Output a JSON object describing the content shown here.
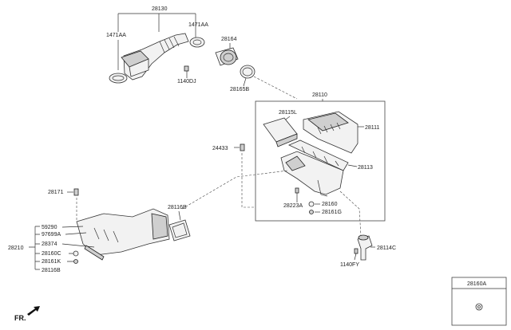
{
  "labels": {
    "p28130": "28130",
    "p1471AA_left": "1471AA",
    "p1471AA_right": "1471AA",
    "p28164": "28164",
    "p1140DJ": "1140DJ",
    "p28165B": "28165B",
    "p28110": "28110",
    "p28115L": "28115L",
    "p28111": "28111",
    "p24433": "24433",
    "p28113": "28113",
    "p28171": "28171",
    "p28223A": "28223A",
    "p28160_top": "28160",
    "p28161G": "28161G",
    "p28116B_right": "28116B",
    "p59290": "59290",
    "p97699A": "97699A",
    "p28210": "28210",
    "p28374": "28374",
    "p28160C": "28160C",
    "p28161K": "28161K",
    "p28116B_bottom": "28116B",
    "p28114C": "28114C",
    "p1140FY": "1140FY",
    "p28160A": "28160A",
    "fr": "FR."
  },
  "colors": {
    "line": "#333333",
    "label": "#222222",
    "part_fill": "#f2f2f2",
    "part_dark": "#cfcfcf"
  }
}
